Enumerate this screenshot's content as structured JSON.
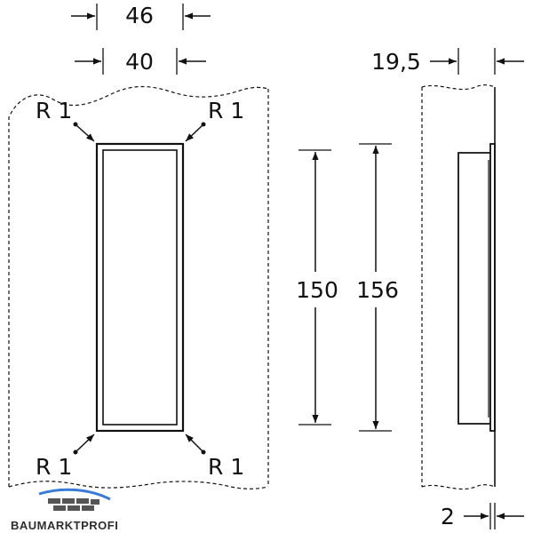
{
  "drawing": {
    "front_view": {
      "width_outer": "46",
      "width_inner": "40",
      "height_inner": "150",
      "height_outer": "156",
      "corner_radius_labels": [
        "R 1",
        "R 1",
        "R 1",
        "R 1"
      ]
    },
    "side_view": {
      "depth": "19,5",
      "flange_thickness": "2"
    }
  },
  "logo": {
    "text": "BAUMARKTPROFI",
    "accent_color": "#3a7bd5"
  },
  "colors": {
    "line": "#111111",
    "background": "#ffffff"
  }
}
